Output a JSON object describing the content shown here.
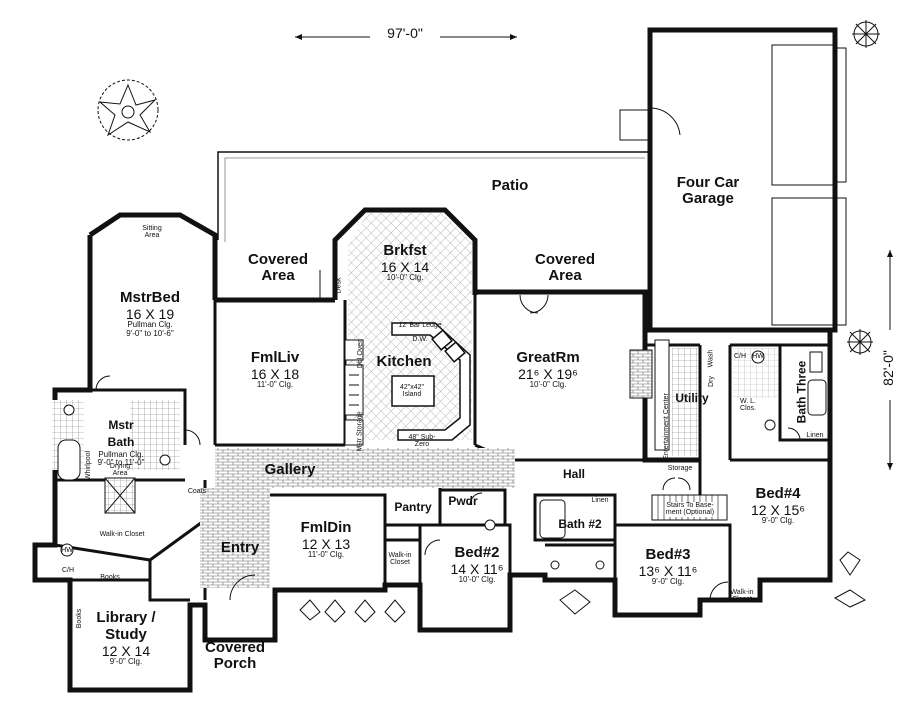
{
  "overall": {
    "width": "97'-0\"",
    "depth": "82'-0\""
  },
  "rooms": {
    "patio": "Patio",
    "garage": [
      "Four Car",
      "Garage"
    ],
    "covered_area_left": [
      "Covered",
      "Area"
    ],
    "covered_area_right": [
      "Covered",
      "Area"
    ],
    "brkfst": {
      "name": "Brkfst",
      "dim": "16 X 14",
      "clg": "10'-0\" Clg."
    },
    "mstr_bed": {
      "name": "MstrBed",
      "dim": "16 X 19",
      "clg": [
        "Pullman Clg.",
        "9'-0\" to 10'-6\""
      ]
    },
    "sitting": [
      "Sitting",
      "Area"
    ],
    "fml_liv": {
      "name": "FmlLiv",
      "dim": "16 X 18",
      "clg": "11'-0\" Clg."
    },
    "kitchen": "Kitchen",
    "great_rm": {
      "name": "GreatRm",
      "dim": "21⁶ X 19⁶",
      "clg": "10'-0\" Clg."
    },
    "utility": "Utility",
    "mstr_bath": {
      "name": [
        "Mstr",
        "Bath"
      ],
      "clg": [
        "Pullman Clg.",
        "9'-0\" to 11'-0\""
      ]
    },
    "drying": [
      "Drying",
      "Area"
    ],
    "gallery": "Gallery",
    "hall": "Hall",
    "storage": "Storage",
    "bed4": {
      "name": "Bed#4",
      "dim": "12 X 15⁶",
      "clg": "9'-0\" Clg."
    },
    "bath_three": "Bath Three",
    "pantry": "Pantry",
    "pwdr": "Pwdr",
    "fml_din": {
      "name": "FmlDin",
      "dim": "12 X 13",
      "clg": "11'-0\" Clg."
    },
    "entry": "Entry",
    "walk_in_closet": "Walk-in Closet",
    "bed2": {
      "name": "Bed#2",
      "dim": "14 X 11⁶",
      "clg": "10'-0\" Clg."
    },
    "bath2": "Bath #2",
    "bed3": {
      "name": "Bed#3",
      "dim": "13⁶ X 11⁶",
      "clg": "9'-0\" Clg."
    },
    "library": {
      "name": [
        "Library /",
        "Study"
      ],
      "dim": "12 X 14",
      "clg": "9'-0\" Clg."
    },
    "covered_porch": [
      "Covered",
      "Porch"
    ]
  },
  "fixtures": {
    "bar_ledge": "12' Bar Ledge",
    "dw": "D.W.",
    "island": [
      "42\"x42\"",
      "Island"
    ],
    "sub_zero": [
      "48\" Sub-",
      "Zero"
    ],
    "desk": "Desk",
    "dbl_oven": [
      "Dbl",
      "Oven"
    ],
    "mstr_storage": [
      "Mstr",
      "Storage"
    ],
    "entertainment": [
      "Entertainment",
      "Center"
    ],
    "wash": "Wash",
    "dry": "Dry",
    "wl_clos": [
      "W. L.",
      "Clos."
    ],
    "ch": "C/H",
    "hw": "HW",
    "linen": "Linen",
    "linen2": "Linen",
    "coats": "Coats",
    "books": "Books",
    "books_side": "Books",
    "whirlpool": "Whirlpool",
    "walk_in_closet_small": [
      "Walk-in",
      "Closet"
    ],
    "walk_in_closet_bed3": [
      "Walk-in",
      "Closet"
    ],
    "stairs": [
      "Stairs To Base-",
      "ment (Optional)"
    ],
    "ch_left": "C/H",
    "hw_left": "HW"
  },
  "colors": {
    "ink": "#111111",
    "paper": "#ffffff",
    "hatch": "#555555"
  }
}
